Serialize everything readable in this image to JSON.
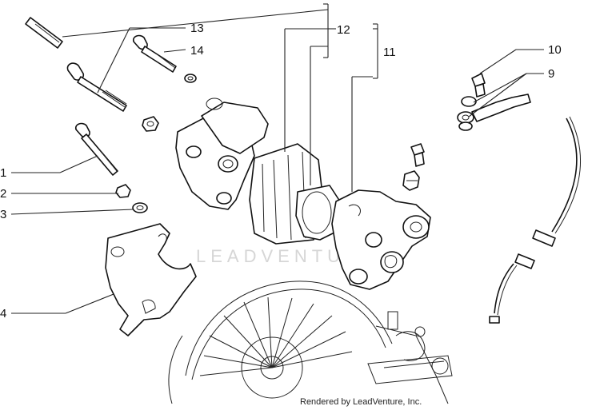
{
  "callouts": {
    "c1": "1",
    "c2": "2",
    "c3": "3",
    "c4": "4",
    "c9": "9",
    "c10": "10",
    "c11": "11",
    "c12": "12",
    "c13": "13",
    "c14": "14"
  },
  "watermark": "LEADVENTURE",
  "credit": "Rendered by LeadVenture, Inc."
}
